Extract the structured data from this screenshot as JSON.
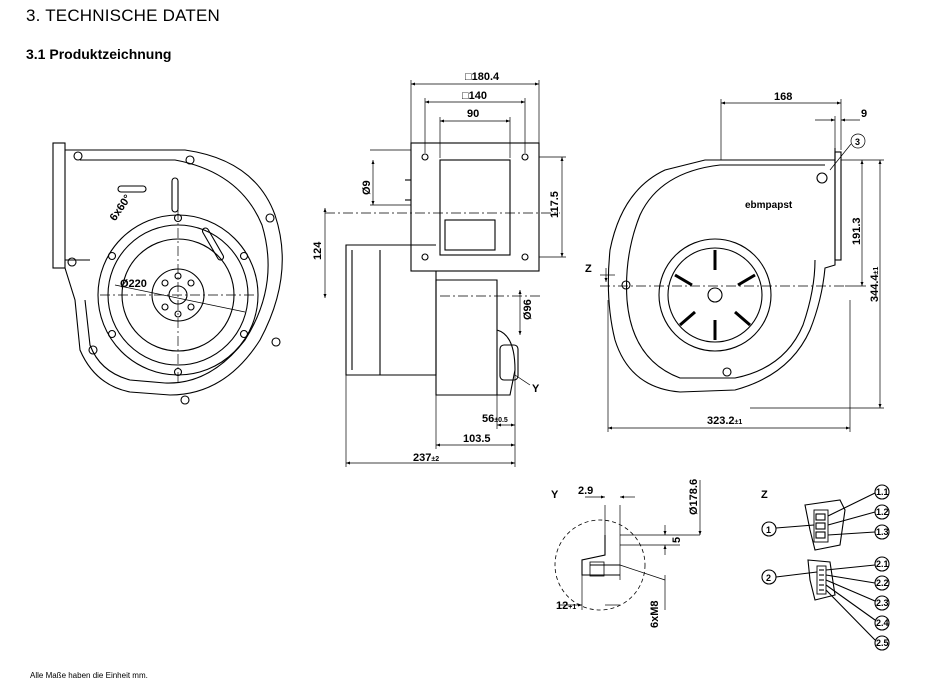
{
  "header": {
    "section_title": "3. TECHNISCHE DATEN",
    "subsection_title": "3.1 Produktzeichnung"
  },
  "footer": {
    "note": "Alle Maße haben die Einheit mm."
  },
  "left_view": {
    "angle": "6x60°",
    "diameter": "Ø220"
  },
  "side_view": {
    "flange_outer": "□180.4",
    "flange_inner": "□140",
    "hole_spacing": "90",
    "hole_dia": "Ø9",
    "height_117": "117.5",
    "height_124": "124",
    "outlet_dia": "Ø96",
    "depth_56": "56",
    "depth_56_tol": "±0.5",
    "depth_103": "103.5",
    "depth_237": "237",
    "depth_237_tol": "±2",
    "detail_y": "Y"
  },
  "front_view": {
    "brand": "ebmpapst",
    "width_168": "168",
    "width_9": "9",
    "marker_3": "3",
    "height_191": "191.3",
    "height_344": "344.4",
    "height_344_tol": "±1",
    "width_323": "323.2",
    "width_323_tol": "±1",
    "view_z": "Z"
  },
  "detail_y": {
    "title": "Y",
    "d_2_9": "2.9",
    "d_178": "Ø178.6",
    "d_5": "5",
    "d_12": "12",
    "d_12_tol": "+1",
    "thread": "6xM8"
  },
  "detail_z": {
    "title": "Z",
    "group1": "1",
    "group2": "2",
    "pins1": [
      "1.1",
      "1.2",
      "1.3"
    ],
    "pins2": [
      "2.1",
      "2.2",
      "2.3",
      "2.4",
      "2.5"
    ]
  }
}
